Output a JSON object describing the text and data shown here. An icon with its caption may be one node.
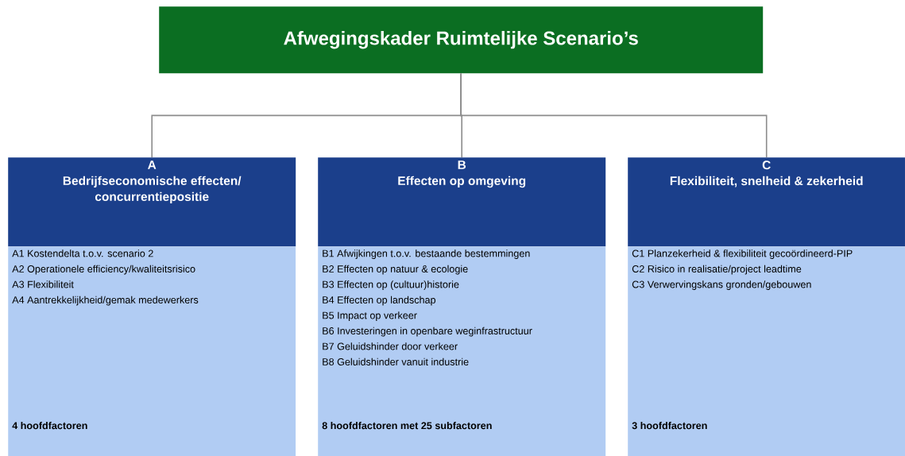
{
  "diagram": {
    "nodes": [
      {
        "text": [
          "Afwegingskader Ruimtelijke Scenario’s"
        ]
      },
      {
        "text": [
          "A",
          "Bedrijfseconomische effecten/ concurrentiepositie"
        ]
      },
      {
        "text": [
          "A1 Kostendelta t.o.v. scenario 2",
          "A2 Operationele efficiency/kwaliteitsrisico",
          "A3 Flexibiliteit",
          "A4 Aantrekkelijkheid/gemak medewerkers",
          "4 hoofdfactoren"
        ]
      },
      {
        "text": [
          "B",
          "Effecten op omgeving"
        ]
      },
      {
        "text": [
          "B1 Afwijkingen t.o.v. bestaande bestemmingen",
          "B2 Effecten op natuur & ecologie",
          "B3 Effecten op (cultuur)historie",
          "B4 Effecten op landschap",
          "B5 Impact op verkeer",
          "B6 Investeringen in openbare weginfrastructuur",
          "B7 Geluidshinder door verkeer",
          "B8 Geluidshinder vanuit industrie",
          "8 hoofdfactoren met 25 subfactoren"
        ]
      },
      {
        "text": [
          "C",
          "Flexibiliteit, snelheid & zekerheid"
        ]
      },
      {
        "text": [
          "C1 Planzekerheid & flexibiliteit gecoördineerd-PIP",
          "C2 Risico in realisatie/project leadtime",
          "C3 Verwervingskans gronden/gebouwen",
          "3 hoofdfactoren"
        ]
      }
    ],
    "edges": [
      {
        "from": 0,
        "to": 1,
        "arrow": "none"
      },
      {
        "from": 0,
        "to": 3,
        "arrow": "none"
      },
      {
        "from": 0,
        "to": 5,
        "arrow": "none"
      }
    ]
  }
}
